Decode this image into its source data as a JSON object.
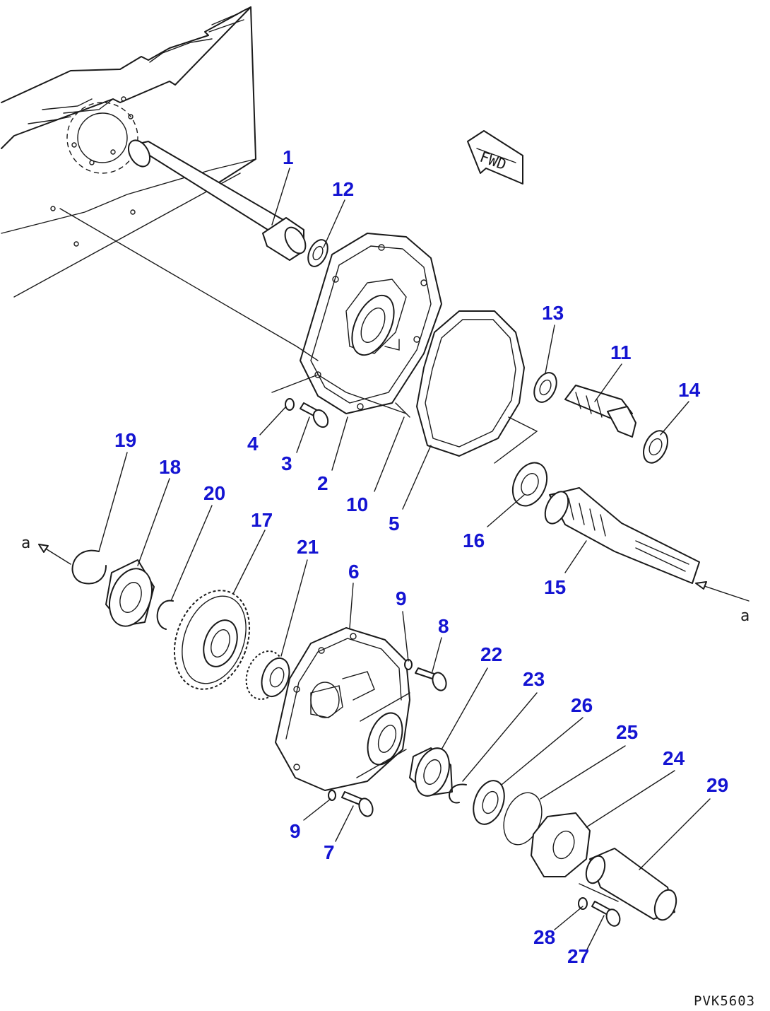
{
  "drawing_code": "PVK5603",
  "fwd_label": "FWD",
  "ref_mark": "a",
  "parts": [
    {
      "id": "p1",
      "label": "1"
    },
    {
      "id": "p2",
      "label": "2"
    },
    {
      "id": "p3",
      "label": "3"
    },
    {
      "id": "p4",
      "label": "4"
    },
    {
      "id": "p5",
      "label": "5"
    },
    {
      "id": "p6",
      "label": "6"
    },
    {
      "id": "p7",
      "label": "7"
    },
    {
      "id": "p8",
      "label": "8"
    },
    {
      "id": "p9a",
      "label": "9"
    },
    {
      "id": "p9b",
      "label": "9"
    },
    {
      "id": "p10",
      "label": "10"
    },
    {
      "id": "p11",
      "label": "11"
    },
    {
      "id": "p12",
      "label": "12"
    },
    {
      "id": "p13",
      "label": "13"
    },
    {
      "id": "p14",
      "label": "14"
    },
    {
      "id": "p15",
      "label": "15"
    },
    {
      "id": "p16",
      "label": "16"
    },
    {
      "id": "p17",
      "label": "17"
    },
    {
      "id": "p18",
      "label": "18"
    },
    {
      "id": "p19",
      "label": "19"
    },
    {
      "id": "p20",
      "label": "20"
    },
    {
      "id": "p21",
      "label": "21"
    },
    {
      "id": "p22",
      "label": "22"
    },
    {
      "id": "p23",
      "label": "23"
    },
    {
      "id": "p24",
      "label": "24"
    },
    {
      "id": "p25",
      "label": "25"
    },
    {
      "id": "p26",
      "label": "26"
    },
    {
      "id": "p27",
      "label": "27"
    },
    {
      "id": "p28",
      "label": "28"
    },
    {
      "id": "p29",
      "label": "29"
    }
  ],
  "colors": {
    "callout": "#1414d2",
    "line": "#1a1a1a",
    "background": "#ffffff"
  }
}
